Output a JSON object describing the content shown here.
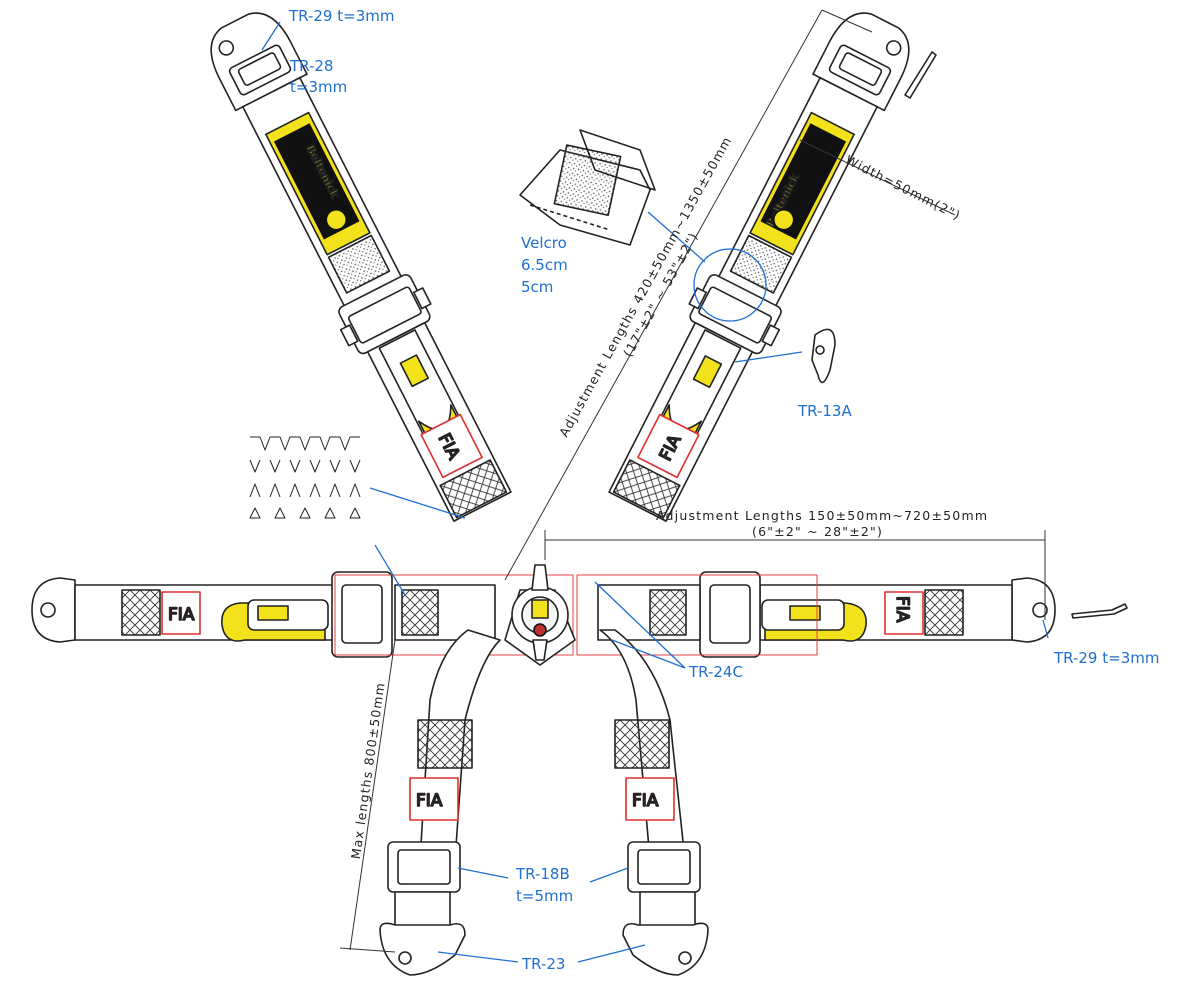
{
  "colors": {
    "callout": "#1f6fd0",
    "outline": "#222222",
    "yellow": "#f2e21b",
    "fia_red": "#e03030",
    "frame_red": "#e04040"
  },
  "labels": {
    "tr29_top": "TR-29 t=3mm",
    "tr28_line1": "TR-28",
    "tr28_line2": "t=3mm",
    "velcro_line1": "Velcro",
    "velcro_line2": "6.5cm",
    "velcro_line3": "5cm",
    "tr13a": "TR-13A",
    "tr29_right": "TR-29 t=3mm",
    "tr24c": "TR-24C",
    "tr18b_line1": "TR-18B",
    "tr18b_line2": "t=5mm",
    "tr23": "TR-23"
  },
  "dimensions": {
    "shoulder_adjust": "Adjustment  Lengths  420±50mm~1350±50mm",
    "shoulder_adjust_in": "(17\"±2\"  ~  53\"±2\")",
    "width": "Width=50mm(2\")",
    "lap_adjust": "Adjustment  Lengths  150±50mm~720±50mm",
    "lap_adjust_in": "(6\"±2\"  ~  28\"±2\")",
    "max_length": "Max  lengths  800±50mm"
  },
  "strap_text": {
    "fia": "FIA",
    "brand": "Beltenick"
  },
  "icons": [
    "strap-anchor-icon",
    "buckle-icon",
    "cam-lock-icon",
    "velcro-pad-icon",
    "adjuster-icon"
  ]
}
